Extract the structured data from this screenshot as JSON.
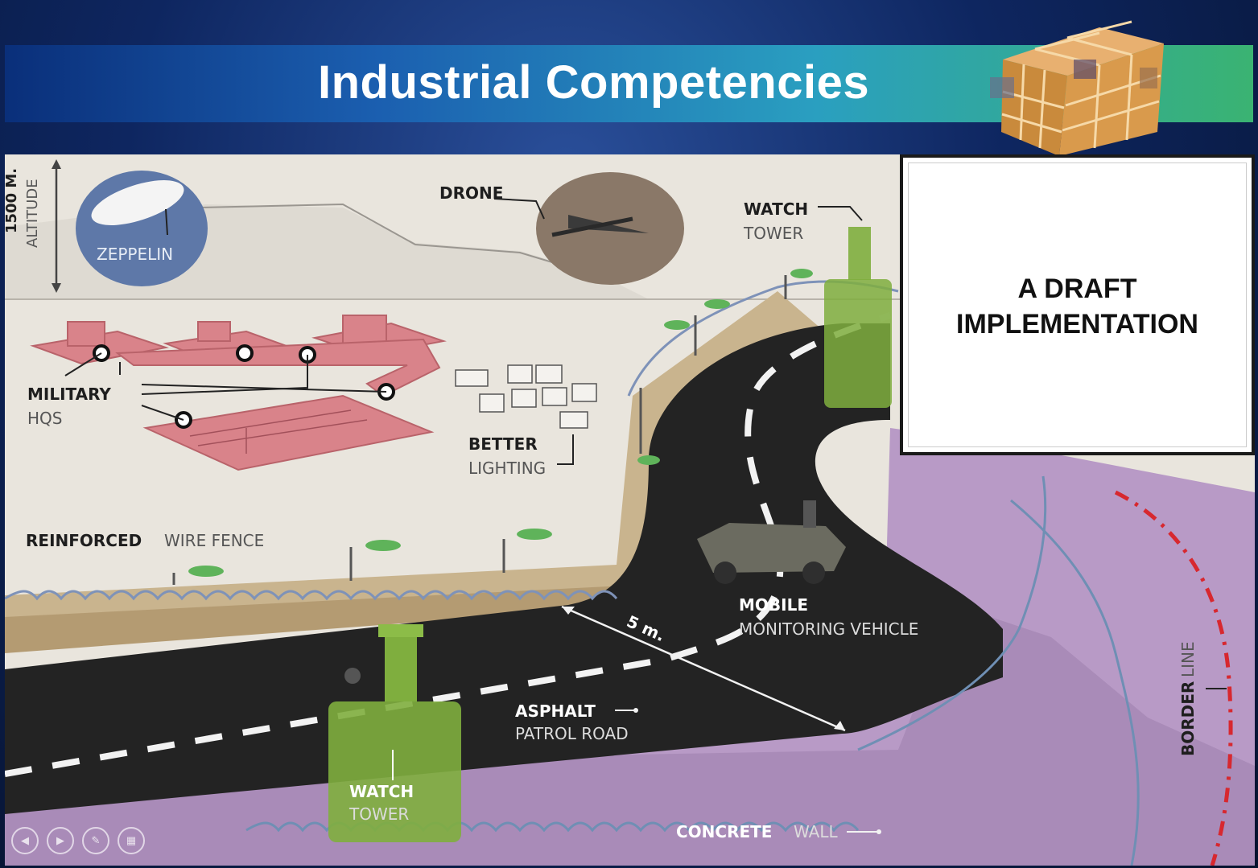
{
  "slide": {
    "title": "Industrial Competencies",
    "colors": {
      "title_band_left": "#0a2f7a",
      "title_band_right": "#3ab372",
      "military": "#d9838a",
      "road": "#232323",
      "concrete_wall": "#b89ac6",
      "fence_wall": "#c9b48e",
      "watch_tower": "#7fae3e",
      "border_line": "#d7282f"
    }
  },
  "overlay": {
    "line1": "A DRAFT",
    "line2": "IMPLEMENTATION"
  },
  "diagram": {
    "altitude": {
      "value": "1500 M.",
      "label": "ALTITUDE"
    },
    "zeppelin": "ZEPPELIN",
    "drone": "DRONE",
    "watch_tower_top": {
      "bold": "WATCH",
      "light": "TOWER"
    },
    "military": {
      "bold": "MILITARY",
      "light": "HQS"
    },
    "better_lighting": {
      "bold": "BETTER",
      "light": "LIGHTING"
    },
    "fence": {
      "bold": "REINFORCED",
      "light": "WIRE FENCE"
    },
    "vehicle": {
      "bold": "MOBILE",
      "light": "MONITORING VEHICLE"
    },
    "width_marker": "5 m.",
    "road": {
      "bold": "ASPHALT",
      "light": "PATROL ROAD"
    },
    "watch_tower_bottom": {
      "bold": "WATCH",
      "light": "TOWER"
    },
    "wall": {
      "bold": "CONCRETE",
      "light": "WALL"
    },
    "border": {
      "bold": "BORDER",
      "light": "LINE"
    }
  },
  "nav": {
    "prev_icon": "arrow-left-icon",
    "next_icon": "arrow-right-icon",
    "pen_icon": "pen-icon",
    "menu_icon": "slides-icon"
  }
}
